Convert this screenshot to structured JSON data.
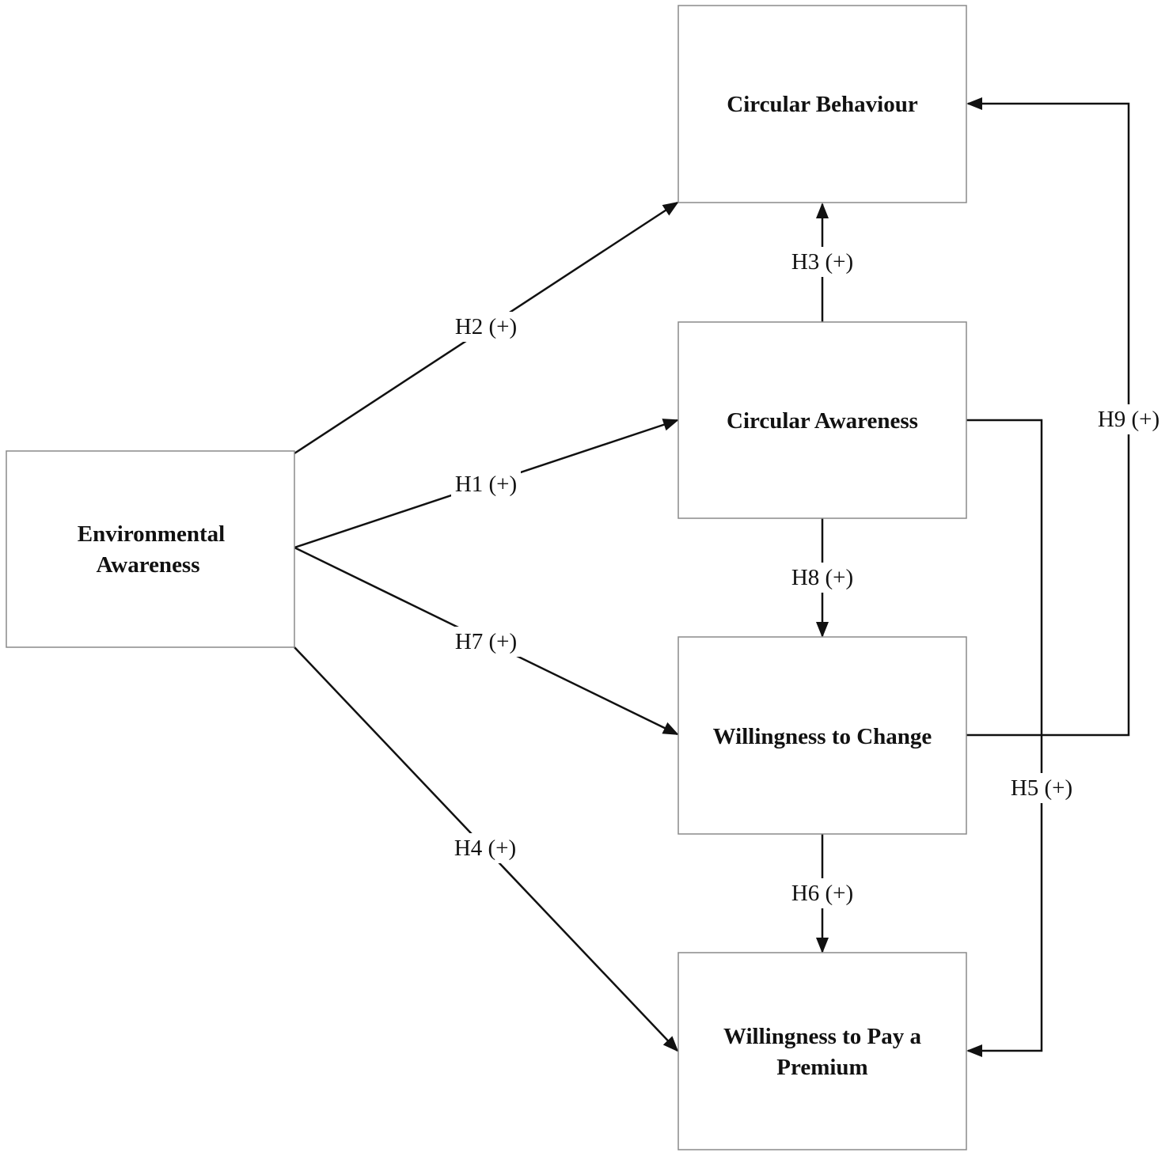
{
  "nodes": {
    "circular_behaviour": {
      "lines": [
        "Circular Behaviour"
      ]
    },
    "circular_awareness": {
      "lines": [
        "Circular Awareness"
      ]
    },
    "environmental_awareness": {
      "lines": [
        "Environmental",
        "Awareness"
      ]
    },
    "willingness_to_change": {
      "lines": [
        "Willingness to Change"
      ]
    },
    "willingness_to_pay": {
      "lines": [
        "Willingness to Pay a",
        "Premium"
      ]
    }
  },
  "edges": {
    "h1": {
      "label": "H1 (+)",
      "from": "Environmental Awareness",
      "to": "Circular Awareness"
    },
    "h2": {
      "label": "H2 (+)",
      "from": "Environmental Awareness",
      "to": "Circular Behaviour"
    },
    "h3": {
      "label": "H3 (+)",
      "from": "Circular Awareness",
      "to": "Circular Behaviour"
    },
    "h4": {
      "label": "H4 (+)",
      "from": "Environmental Awareness",
      "to": "Willingness to Pay a Premium"
    },
    "h5": {
      "label": "H5 (+)",
      "from": "Circular Awareness",
      "to": "Willingness to Pay a Premium"
    },
    "h6": {
      "label": "H6 (+)",
      "from": "Willingness to Change",
      "to": "Willingness to Pay a Premium"
    },
    "h7": {
      "label": "H7 (+)",
      "from": "Environmental Awareness",
      "to": "Willingness to Change"
    },
    "h8": {
      "label": "H8 (+)",
      "from": "Circular Awareness",
      "to": "Willingness to Change"
    },
    "h9": {
      "label": "H9 (+)",
      "from": "Willingness to Change",
      "to": "Circular Behaviour"
    }
  }
}
